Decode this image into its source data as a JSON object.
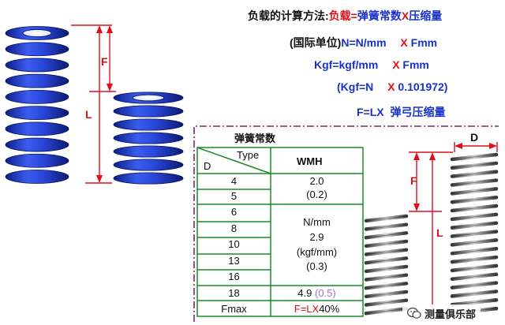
{
  "formulas": {
    "line1_prefix": "负载的计算方法:",
    "line1_load": "负载",
    "line1_eq": "=",
    "line1_const": "弹簧常数",
    "line1_x": "X",
    "line1_comp": "压缩量",
    "line2_paren": "(国际单位)",
    "line2_formula": "N=N/mm",
    "line2_x": "X",
    "line2_unit": "Fmm",
    "line3_formula": "Kgf=kgf/mm",
    "line3_x": "X",
    "line3_unit": "Fmm",
    "line4_formula": "(Kgf=N",
    "line4_x": "X",
    "line4_value": "0.101972)",
    "line5_formula": "F=LX",
    "line5_text": "弹弓压缩量"
  },
  "left_springs": {
    "label_f": "F",
    "label_l": "L",
    "color": "#1f3fd0"
  },
  "table": {
    "title": "弹簧常数",
    "header_type": "Type",
    "header_d": "D",
    "header_wmh": "WMH",
    "rows_d": [
      "4",
      "5",
      "6",
      "8",
      "10",
      "13",
      "16",
      "18",
      "Fmax"
    ],
    "val_group1_main": "2.0",
    "val_group1_sub": "(0.2)",
    "val_group2_unit": "N/mm",
    "val_group2_main": "2.9",
    "val_group2_unit2": "(kgf/mm)",
    "val_group2_sub": "(0.3)",
    "val_group3_main": "4.9",
    "val_group3_sub": "(0.5)",
    "fmax_value": "F=LX40%"
  },
  "right_springs": {
    "label_d": "D",
    "label_f": "F",
    "label_l": "L"
  },
  "watermark": {
    "text": "测量俱乐部"
  },
  "colors": {
    "red": "#e0101a",
    "blue": "#1832c8",
    "green": "#1a8a2a",
    "purple": "#a070c8",
    "dash_frame": "#7a2a6a"
  }
}
